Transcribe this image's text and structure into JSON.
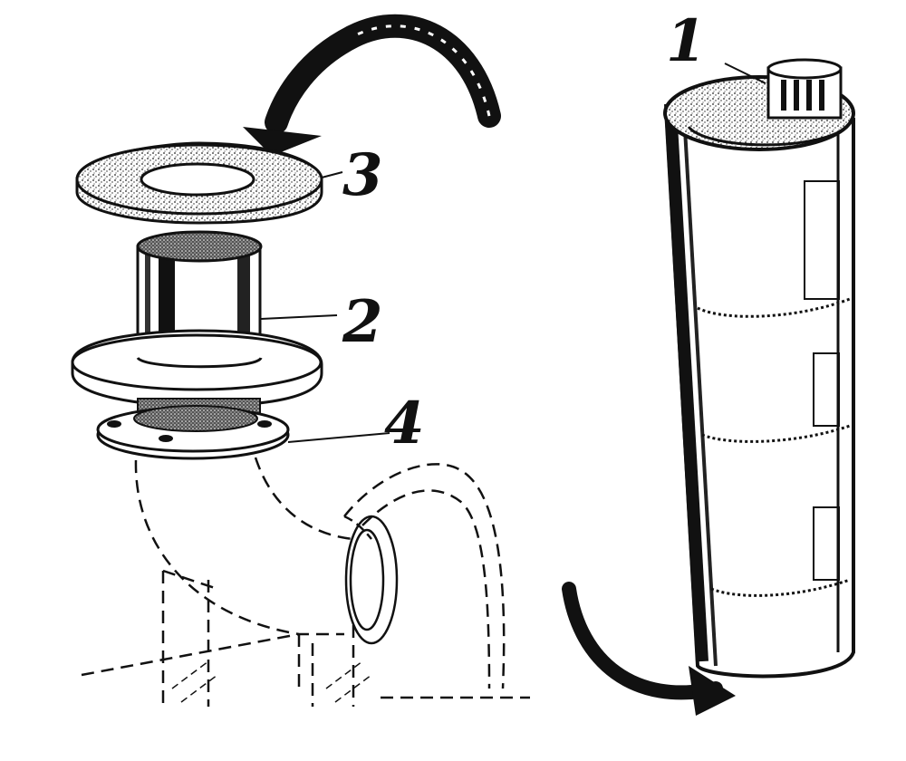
{
  "labels": {
    "part1": "1",
    "part2": "2",
    "part3": "3",
    "part4": "4"
  },
  "colors": {
    "ink": "#111111",
    "paper": "#ffffff"
  }
}
